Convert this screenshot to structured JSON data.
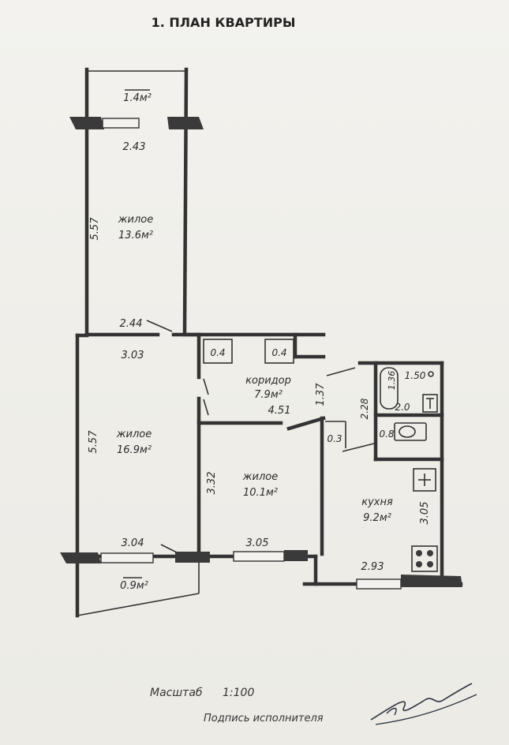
{
  "title": "1. ПЛАН КВАРТИРЫ",
  "rooms": {
    "balcony_top": {
      "area": "1.4м²",
      "width": "2.43"
    },
    "living1": {
      "name": "жилое",
      "area": "13.6м²",
      "length": "5.57",
      "width": "2.44"
    },
    "living2": {
      "name": "жилое",
      "area": "16.9м²",
      "length": "5.57",
      "width_top": "3.03",
      "width_bottom": "3.04"
    },
    "balcony_bottom": {
      "area": "0.9м²"
    },
    "corridor": {
      "name": "коридор",
      "area": "7.9м²",
      "length": "4.51",
      "width": "1.37"
    },
    "closet1": {
      "area": "0.4"
    },
    "closet2": {
      "area": "0.4"
    },
    "living3": {
      "name": "жилое",
      "area": "10.1м²",
      "length": "3.32",
      "width": "3.05"
    },
    "bath": {
      "area": "2.0",
      "width": "1.50",
      "depth": "1.36"
    },
    "toilet": {
      "area": "0.8",
      "length": "2.28"
    },
    "pantry": {
      "area": "0.3"
    },
    "kitchen": {
      "name": "кухня",
      "area": "9.2м²",
      "length": "3.05",
      "width": "2.93"
    }
  },
  "footer": {
    "scale_label": "Масштаб",
    "scale_value": "1:100",
    "signature_label": "Подпись исполнителя"
  }
}
